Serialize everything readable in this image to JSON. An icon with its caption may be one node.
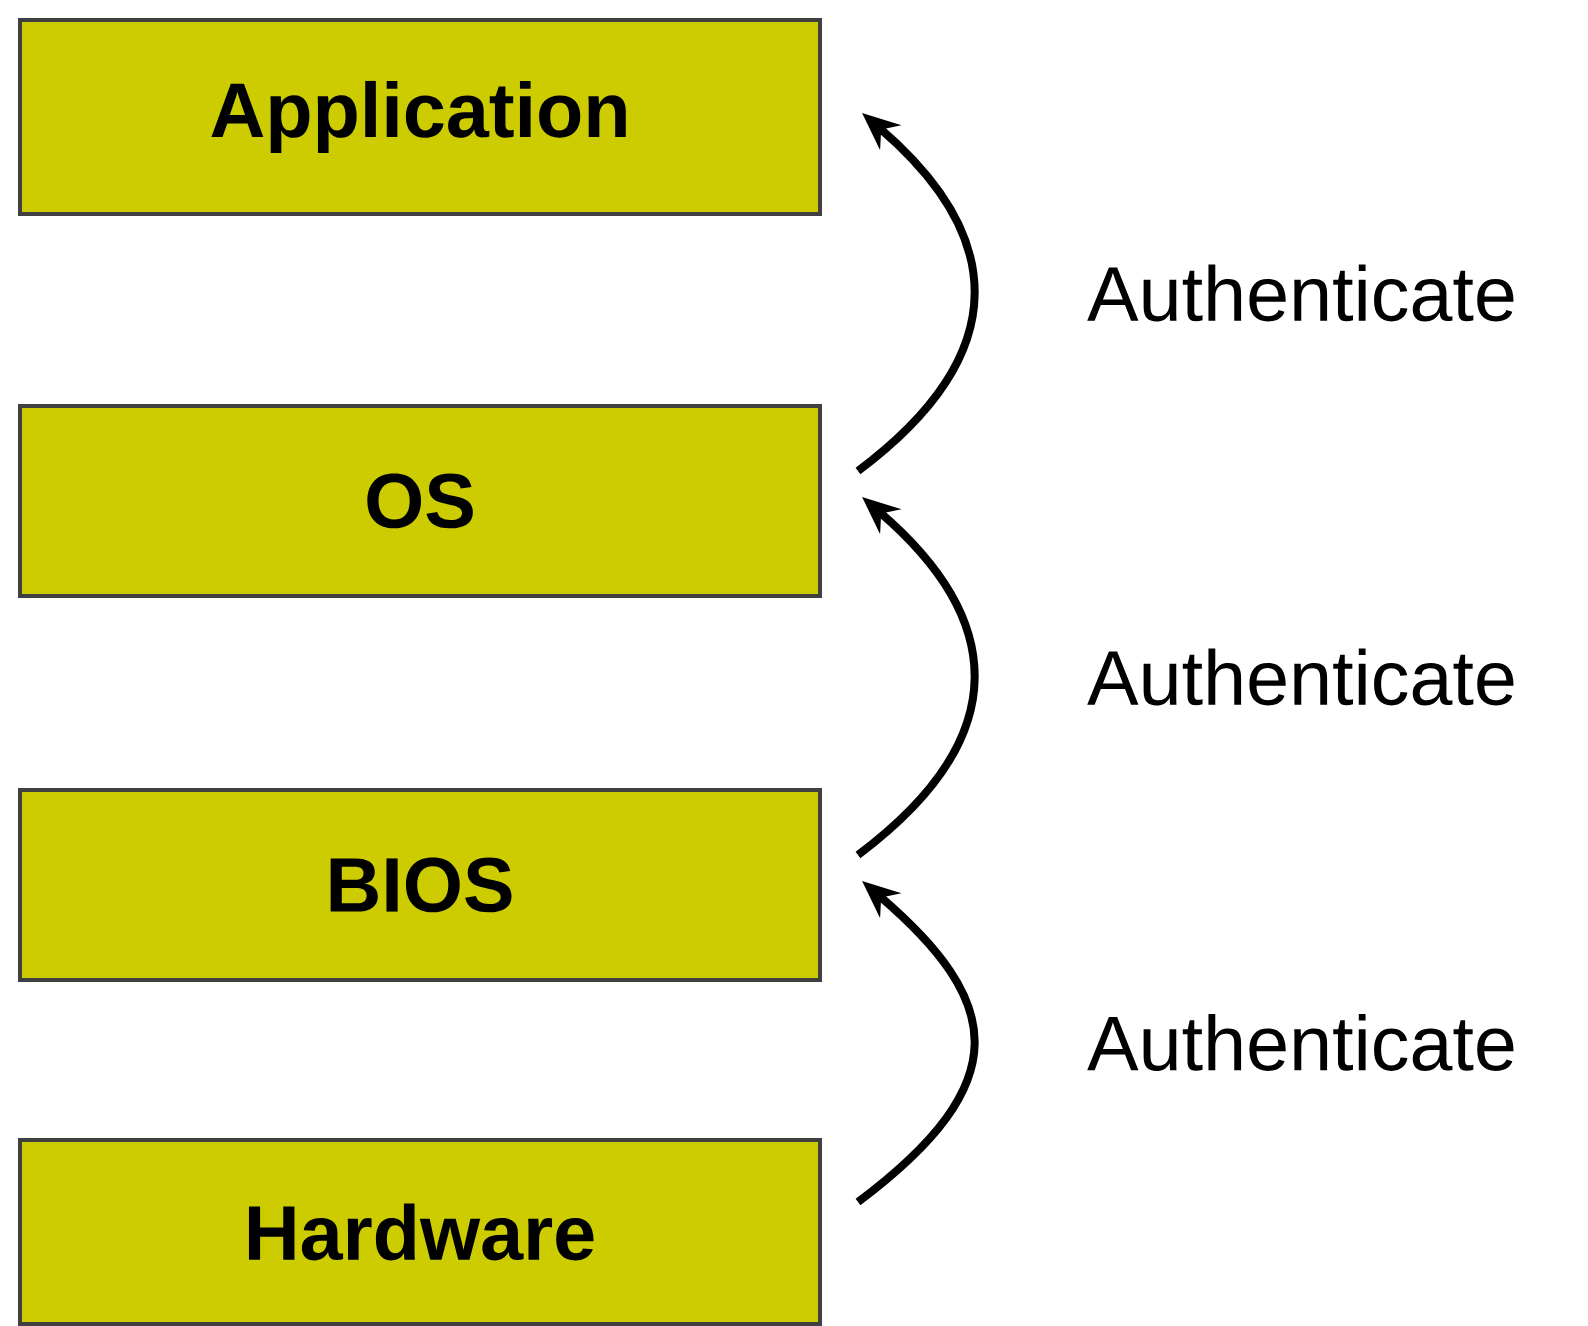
{
  "diagram": {
    "nodes": [
      {
        "text": [
          "Application"
        ]
      },
      {
        "text": [
          "OS"
        ]
      },
      {
        "text": [
          "BIOS"
        ]
      },
      {
        "text": [
          "Hardware"
        ]
      }
    ],
    "edges": [
      {
        "from": 1,
        "to": 0,
        "arrow": "to",
        "label": "Authenticate"
      },
      {
        "from": 2,
        "to": 1,
        "arrow": "to",
        "label": "Authenticate"
      },
      {
        "from": 3,
        "to": 2,
        "arrow": "to",
        "label": "Authenticate"
      }
    ]
  }
}
